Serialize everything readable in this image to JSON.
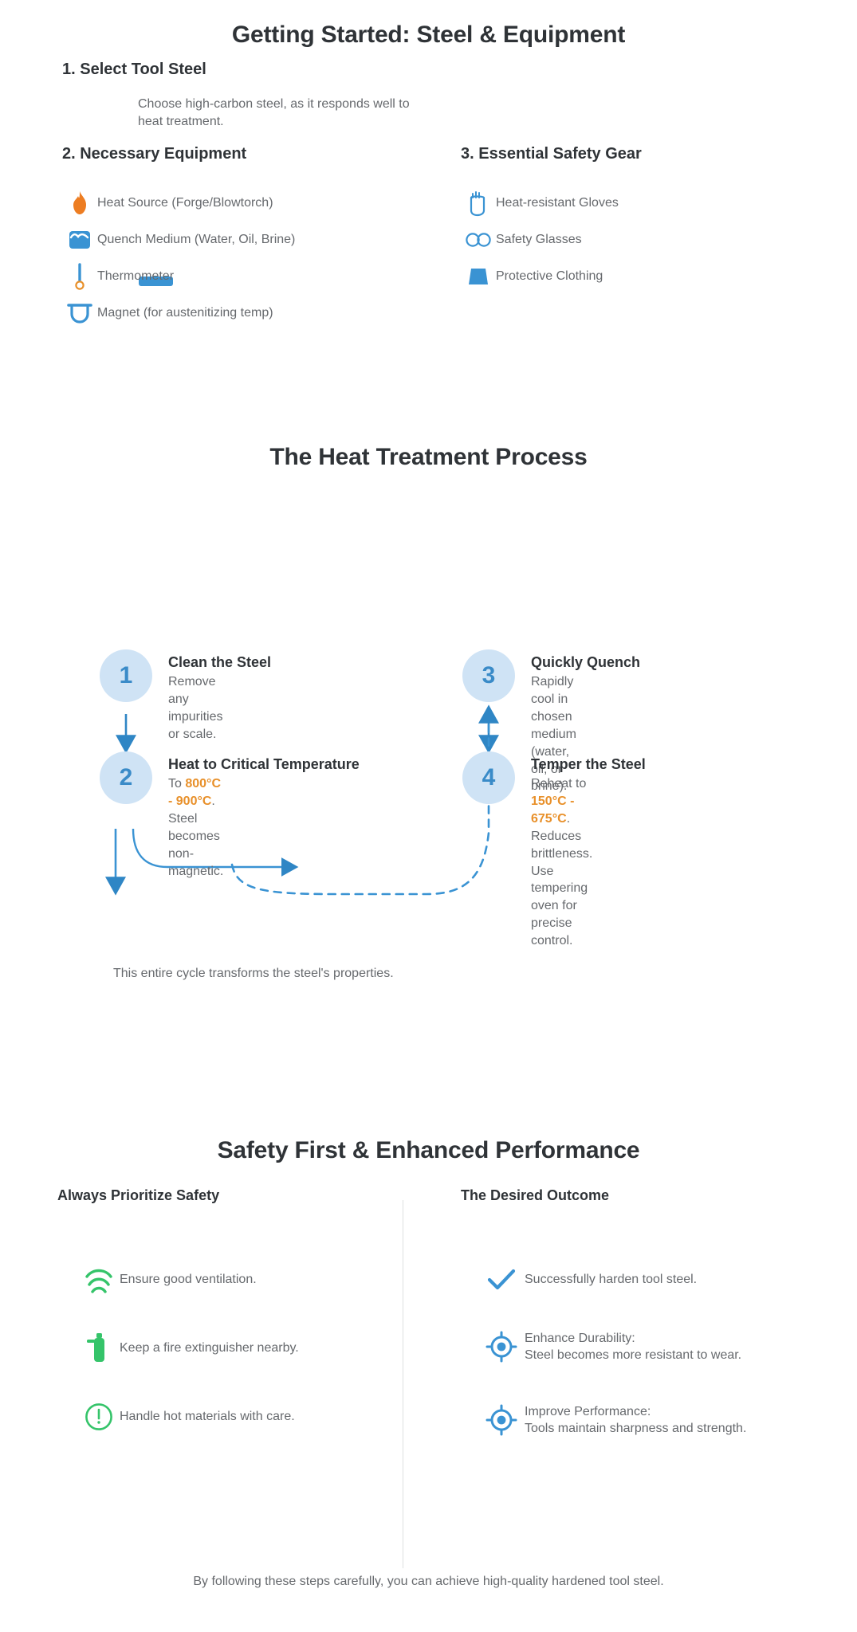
{
  "colors": {
    "blue": "#3a93d3",
    "blue_dark": "#3a8bc8",
    "blue_light": "#cfe3f5",
    "orange": "#e8902a",
    "flame_orange": "#ed7d22",
    "green": "#35c46a",
    "text_dark": "#2f3337",
    "text_muted": "#66696d",
    "divider": "#dddfe1"
  },
  "intro": {
    "title": "Getting Started: Steel & Equipment",
    "step1_heading": "1. Select Tool Steel",
    "step1_description": "Choose high-carbon steel, as it responds well to heat treatment.",
    "equipment_heading": "2. Necessary Equipment",
    "safety_heading": "3. Essential Safety Gear",
    "equipment": [
      {
        "icon": "flame-icon",
        "label": "Heat Source (Forge/Blowtorch)"
      },
      {
        "icon": "water-container-icon",
        "label": "Quench Medium (Water, Oil, Brine)"
      },
      {
        "icon": "thermometer-icon",
        "label": "Thermometer"
      },
      {
        "icon": "magnet-icon",
        "label": "Magnet (for austenitizing temp)"
      }
    ],
    "safety_gear": [
      {
        "icon": "glove-icon",
        "label": "Heat-resistant Gloves"
      },
      {
        "icon": "safety-glasses-icon",
        "label": "Safety Glasses"
      },
      {
        "icon": "protective-clothing-icon",
        "label": "Protective Clothing"
      }
    ]
  },
  "process": {
    "title": "The Heat Treatment Process",
    "steps": [
      {
        "number": "1",
        "title": "Clean the Steel",
        "description": "Remove any impurities or scale."
      },
      {
        "number": "2",
        "title": "Heat to Critical Temperature",
        "desc_prefix": "To ",
        "temperature": "800°C - 900°C",
        "desc_suffix": ".",
        "desc_line2": "Steel becomes non-magnetic."
      },
      {
        "number": "3",
        "title": "Quickly Quench",
        "description": "Rapidly cool in chosen medium\n(water, oil, or brine)."
      },
      {
        "number": "4",
        "title": "Temper the Steel",
        "desc_prefix": "Reheat to ",
        "temperature": "150°C - 675°C",
        "desc_suffix": ".",
        "desc_line2": "Reduces brittleness. Use tempering\noven for precise control."
      }
    ],
    "cycle_note": "This entire cycle transforms the steel's properties."
  },
  "final": {
    "title": "Safety First & Enhanced Performance",
    "safety_column_heading": "Always Prioritize Safety",
    "outcome_column_heading": "The Desired Outcome",
    "safety_tips": [
      {
        "icon": "ventilation-icon",
        "label": "Ensure good ventilation."
      },
      {
        "icon": "fire-extinguisher-icon",
        "label": "Keep a fire extinguisher nearby."
      },
      {
        "icon": "warning-circle-icon",
        "label": "Handle hot materials with care."
      }
    ],
    "outcomes": [
      {
        "icon": "check-icon",
        "label": "Successfully harden tool steel."
      },
      {
        "icon": "target-icon",
        "label": "Enhance Durability:\nSteel becomes more resistant to wear."
      },
      {
        "icon": "target-icon",
        "label": "Improve Performance:\nTools maintain sharpness and strength."
      }
    ],
    "footer_note": "By following these steps carefully, you can achieve high-quality hardened tool steel."
  }
}
